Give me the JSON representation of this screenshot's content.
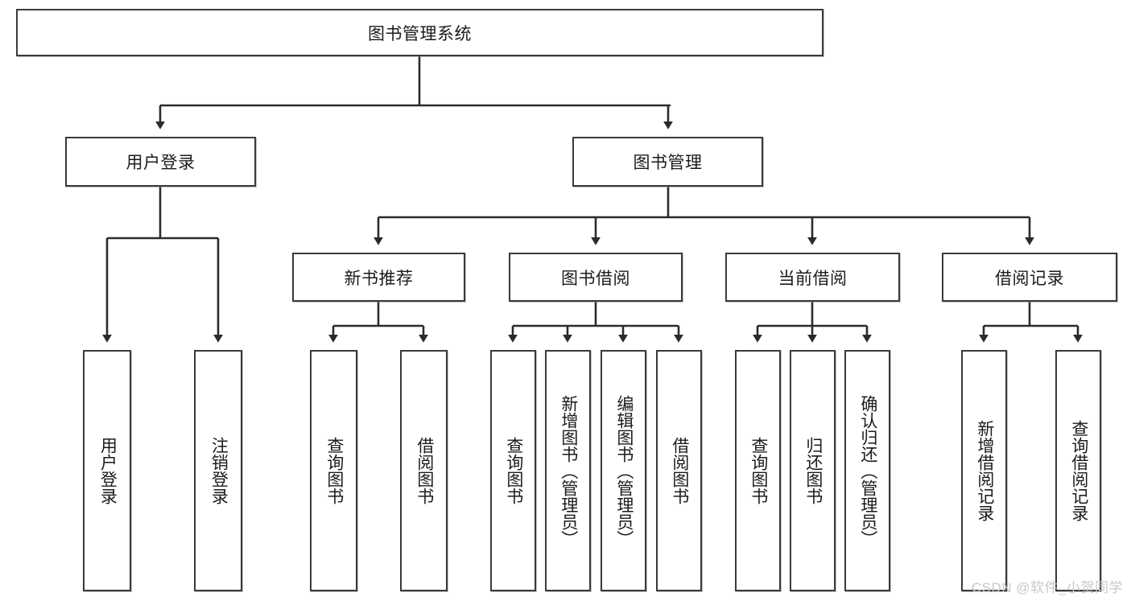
{
  "diagram": {
    "title": "图书管理系统",
    "watermark": "CSDN @软件_小贺同学",
    "colors": {
      "box_border": "#3a3a3a",
      "box_fill": "#ffffff",
      "line": "#2b2b2b",
      "text": "#1b1b1b",
      "watermark": "#c9c9c9"
    },
    "root": {
      "label": "图书管理系统"
    },
    "level2": [
      {
        "label": "用户登录"
      },
      {
        "label": "图书管理"
      }
    ],
    "level3": [
      {
        "label": "新书推荐"
      },
      {
        "label": "图书借阅"
      },
      {
        "label": "当前借阅"
      },
      {
        "label": "借阅记录"
      }
    ],
    "leaves": {
      "user_login": [
        {
          "label": "用户登录"
        },
        {
          "label": "注销登录"
        }
      ],
      "new_book_recommend": [
        {
          "label": "查询图书"
        },
        {
          "label": "借阅图书"
        }
      ],
      "book_borrow": [
        {
          "label": "查询图书"
        },
        {
          "label": "新增图书（管理员）"
        },
        {
          "label": "编辑图书（管理员）"
        },
        {
          "label": "借阅图书"
        }
      ],
      "current_borrow": [
        {
          "label": "查询图书"
        },
        {
          "label": "归还图书"
        },
        {
          "label": "确认归还（管理员）"
        }
      ],
      "borrow_record": [
        {
          "label": "新增借阅记录"
        },
        {
          "label": "查询借阅记录"
        }
      ]
    }
  }
}
